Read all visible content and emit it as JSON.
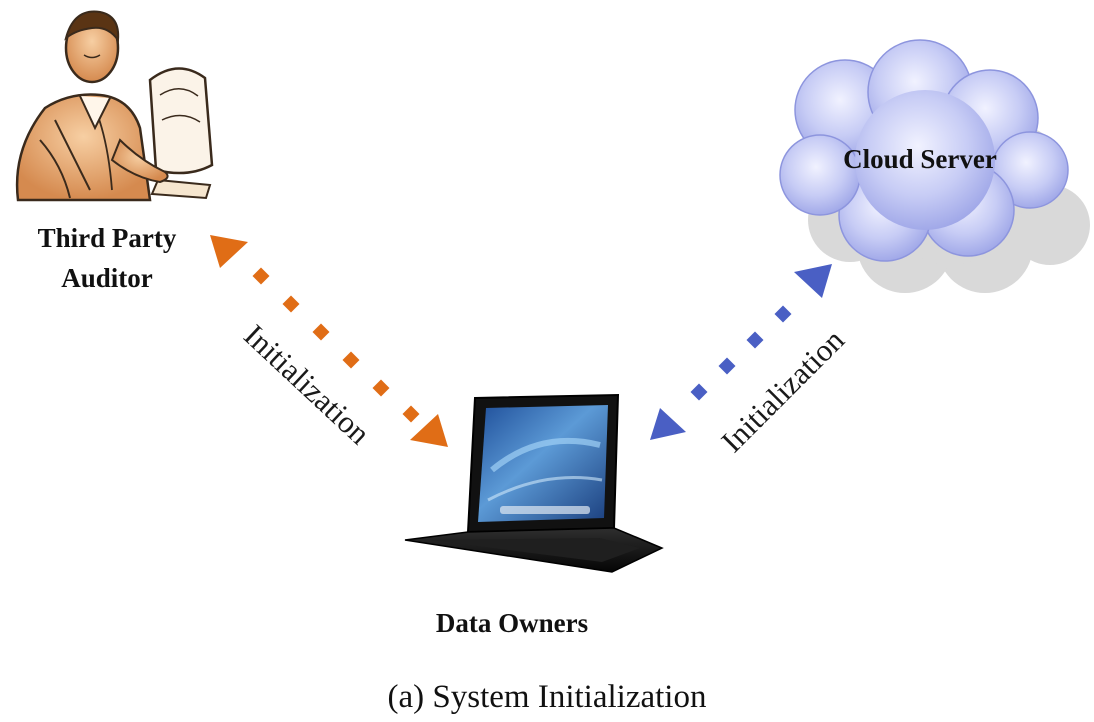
{
  "diagram": {
    "nodes": {
      "auditor": {
        "label_line1": "Third Party",
        "label_line2": "Auditor"
      },
      "cloud": {
        "label": "Cloud Server"
      },
      "owners": {
        "label": "Data Owners"
      }
    },
    "edges": {
      "auditor_owners": {
        "label": "Initialization",
        "color": "#e06d16"
      },
      "cloud_owners": {
        "label": "Initialization",
        "color": "#4a5fc4"
      }
    },
    "caption": "(a) System Initialization"
  }
}
